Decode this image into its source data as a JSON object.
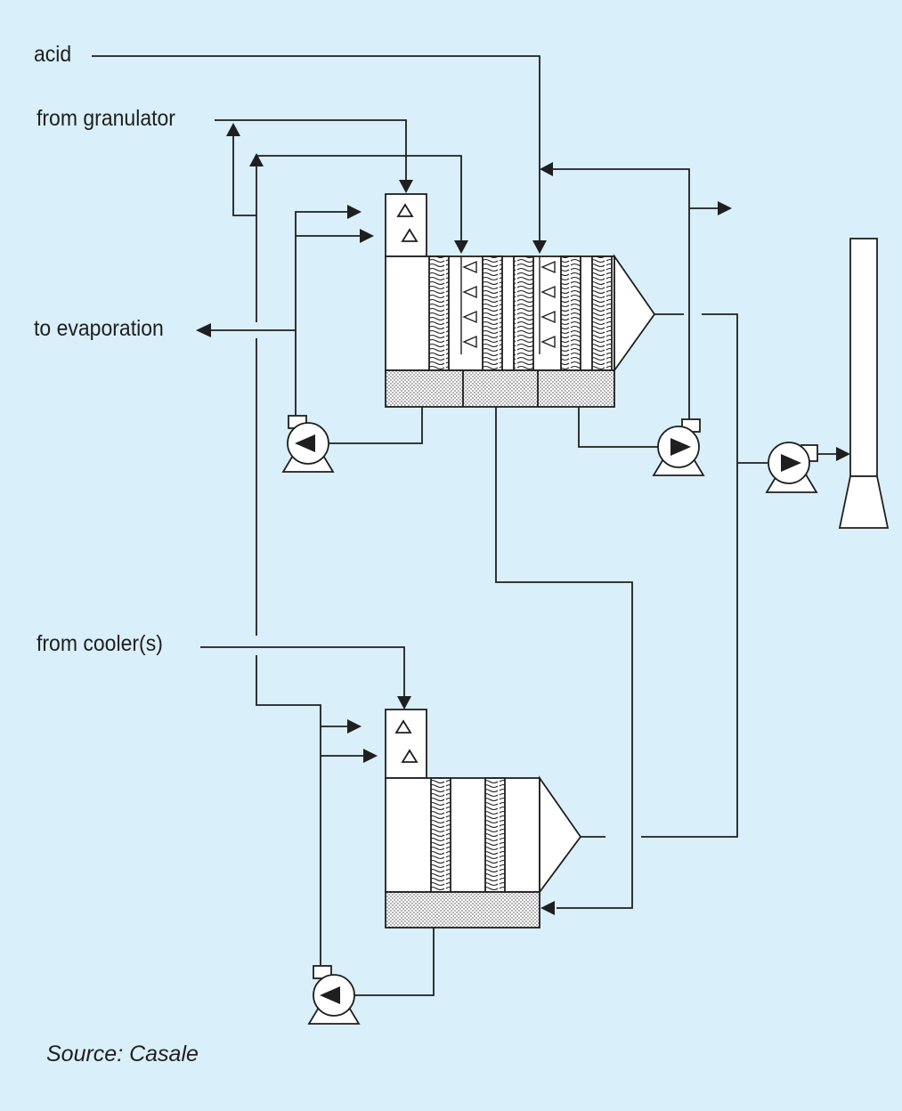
{
  "labels": {
    "acid": "acid",
    "from_granulator": "from granulator",
    "to_evaporation": "to evaporation",
    "from_coolers": "from cooler(s)"
  },
  "source": "Source: Casale",
  "colors": {
    "background": "#d9eff9",
    "line": "#1f1f1f",
    "equipment_fill": "#ffffff"
  },
  "icons": [
    "pump-icon",
    "arrow-icon",
    "nozzle-icon",
    "stack-icon"
  ]
}
